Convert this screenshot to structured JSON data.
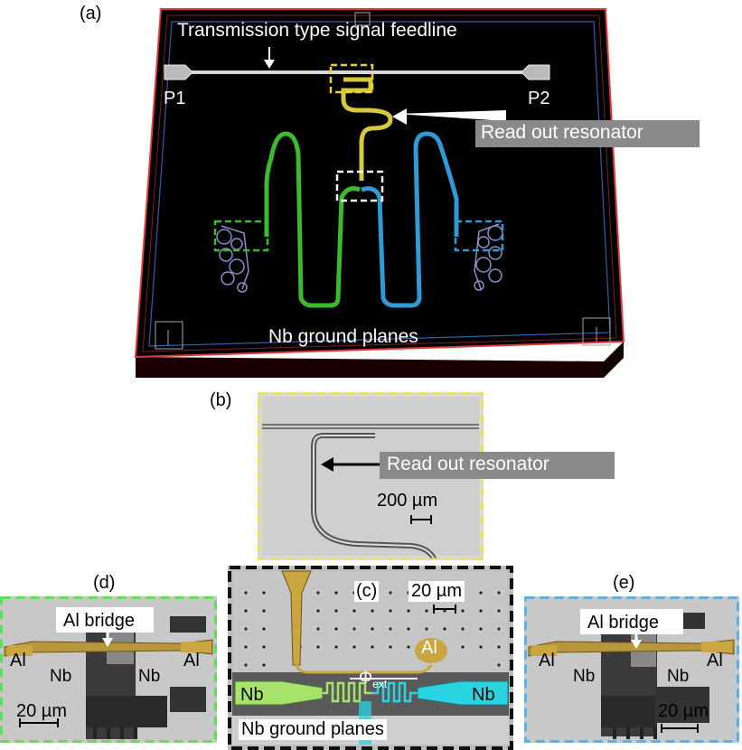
{
  "panels": {
    "a": {
      "label": "(a)",
      "feedline_title": "Transmission type signal feedline",
      "port1": "P1",
      "port2": "P2",
      "resonator_label": "Read out resonator",
      "ground_label": "Nb ground planes"
    },
    "b": {
      "label": "(b)",
      "resonator_label": "Read out resonator",
      "scale_bar": "200 µm"
    },
    "c": {
      "label": "(c)",
      "scale_bar": "20 µm",
      "al_label": "Al",
      "nb_left": "Nb",
      "nb_right": "Nb",
      "flux_symbol": "Φ",
      "flux_sub": "ext",
      "ground_label": "Nb ground planes"
    },
    "d": {
      "label": "(d)",
      "bridge_label": "Al bridge",
      "al_left": "Al",
      "al_right": "Al",
      "nb_left": "Nb",
      "nb_right": "Nb",
      "scale_bar": "20 µm"
    },
    "e": {
      "label": "(e)",
      "bridge_label": "Al bridge",
      "al_left": "Al",
      "al_right": "Al",
      "nb_left": "Nb",
      "nb_right": "Nb",
      "scale_bar": "20 µm"
    }
  },
  "colors": {
    "yellow": "#e6d33a",
    "green": "#48c23a",
    "blue": "#3fa0d8",
    "gold": "#c9a640",
    "chip_edge": "#e23a3a",
    "lightgreen": "#a6e36a",
    "cyan": "#2ad3e0"
  }
}
